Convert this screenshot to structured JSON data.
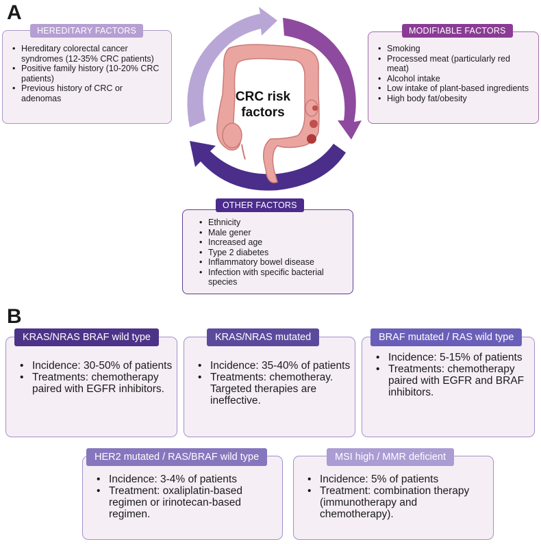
{
  "panel_a": {
    "letter": "A",
    "center_label_line1": "CRC risk",
    "center_label_line2": "factors",
    "hereditary": {
      "title": "HEREDITARY FACTORS",
      "items": [
        "Hereditary colorectal cancer syndromes (12-35% CRC patients)",
        "Positive family history (10-20% CRC patients)",
        "Previous history of CRC or adenomas"
      ]
    },
    "modifiable": {
      "title": "MODIFIABLE FACTORS",
      "items": [
        "Smoking",
        "Processed meat (particularly red meat)",
        "Alcohol intake",
        "Low intake of plant-based ingredients",
        "High body fat/obesity"
      ]
    },
    "other": {
      "title": "OTHER FACTORS",
      "items": [
        "Ethnicity",
        "Male gener",
        "Increased age",
        "Type 2 diabetes",
        "Inflammatory bowel disease",
        "Infection with specific bacterial species"
      ]
    }
  },
  "panel_b": {
    "letter": "B",
    "boxes": [
      {
        "title": "KRAS/NRAS  BRAF wild type",
        "items": [
          "Incidence: 30-50% of patients",
          "Treatments: chemotherapy paired with EGFR inhibitors."
        ]
      },
      {
        "title": "KRAS/NRAS mutated",
        "items": [
          "Incidence: 35-40% of patients",
          "Treatments: chemotheray. Targeted therapies are ineffective."
        ]
      },
      {
        "title": "BRAF mutated / RAS wild type",
        "items": [
          "Incidence: 5-15% of patients",
          "Treatments: chemotherapy paired with EGFR and BRAF inhibitors."
        ]
      },
      {
        "title": "HER2 mutated / RAS/BRAF wild type",
        "items": [
          "Incidence: 3-4% of patients",
          "Treatment: oxaliplatin-based regimen or irinotecan-based regimen."
        ]
      },
      {
        "title": "MSI high / MMR deficient",
        "items": [
          "Incidence: 5% of patients",
          "Treatment: combination therapy (immunotherapy and chemotherapy)."
        ]
      }
    ]
  },
  "colors": {
    "hereditary": "#b59fd2",
    "modifiable": "#8a3c94",
    "other": "#4b2c8c",
    "arrow_light": "#b8a6d6",
    "arrow_mid": "#8e4a9e",
    "arrow_dark": "#4a2e8a",
    "colon": "#eba5a0",
    "box_fill": "#f6eef5"
  }
}
